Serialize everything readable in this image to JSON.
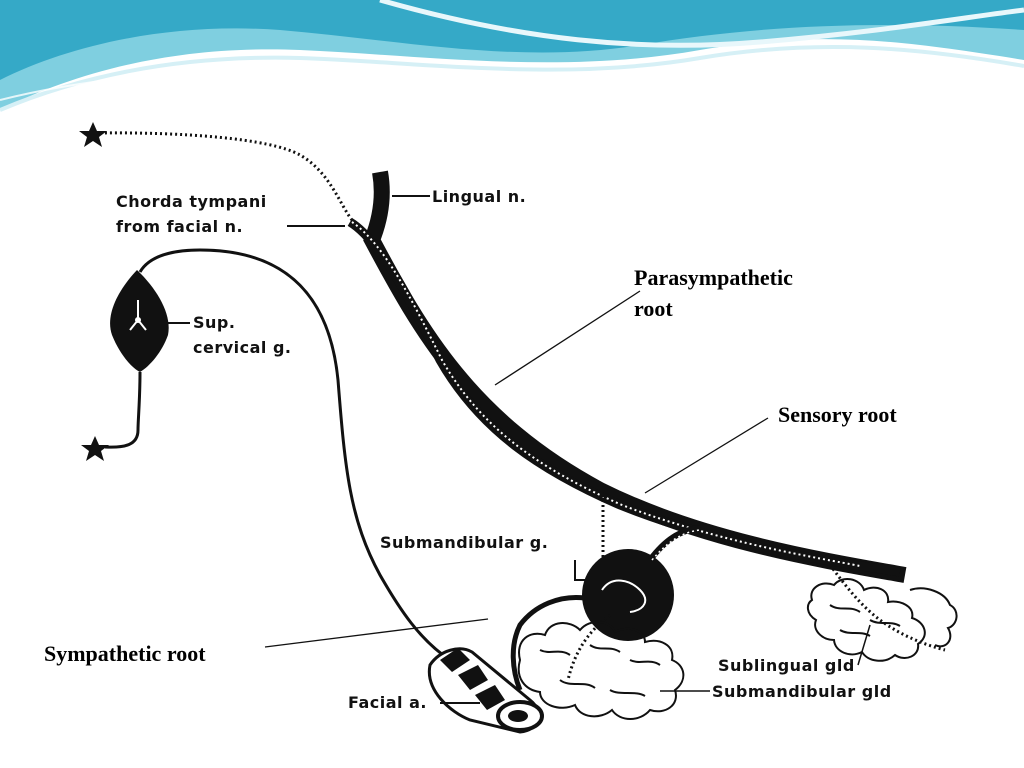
{
  "labels": {
    "chorda_tympani_line1": "Chorda tympani",
    "chorda_tympani_line2": "from facial n.",
    "lingual": "Lingual n.",
    "sup_cervical_line1": "Sup.",
    "sup_cervical_line2": "cervical g.",
    "submandibular_ganglion": "Submandibular g.",
    "facial_artery": "Facial a.",
    "sublingual_gland": "Sublingual gld",
    "submandibular_gland": "Submandibular gld"
  },
  "callouts": {
    "parasympathetic_line1": "Parasympathetic",
    "parasympathetic_line2": "root",
    "sensory": "Sensory root",
    "sympathetic": "Sympathetic root"
  },
  "colors": {
    "banner_dark": "#2aa6c4",
    "banner_light": "#bfe6ef",
    "ink": "#111111"
  }
}
